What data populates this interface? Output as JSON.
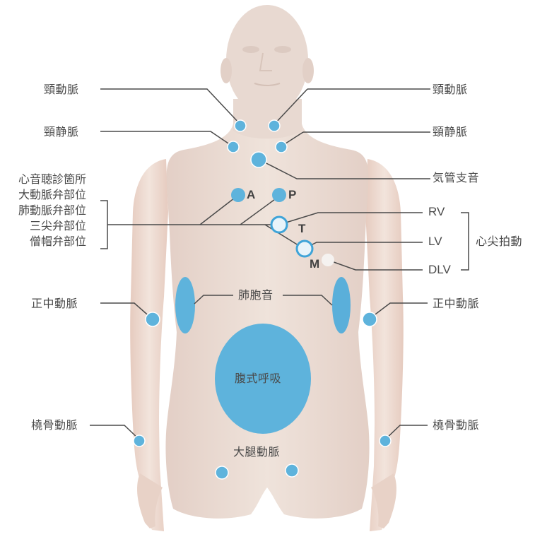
{
  "diagram": {
    "title_region": "auscultation-points-torso",
    "colors": {
      "point_fill": "#5eb3dc",
      "point_stroke": "#ffffff",
      "valve_ring": "#3fa4d8",
      "valve_fill": "#e8f4fa",
      "mitral_fill": "#f5f2f0",
      "skin": "#eadcd3",
      "line": "#4a4a4a",
      "text": "#4a4a4a"
    },
    "left_labels": {
      "carotid": "頸動脈",
      "jugular": "頸静脈",
      "heart_heading": "心音聴診箇所",
      "heart_items": [
        "大動脈弁部位",
        "肺動脈弁部位",
        "三尖弁部位",
        "僧帽弁部位"
      ],
      "median_artery": "正中動脈",
      "radial_artery": "橈骨動脈"
    },
    "right_labels": {
      "carotid": "頸動脈",
      "jugular": "頸静脈",
      "trachea": "気管支音",
      "rv": "RV",
      "lv": "LV",
      "dlv": "DLV",
      "apex_beat": "心尖拍動",
      "median_artery": "正中動脈",
      "radial_artery": "橈骨動脈"
    },
    "center_labels": {
      "lung_sound": "肺胞音",
      "abdominal_breathing": "腹式呼吸",
      "femoral_artery": "大腿動脈"
    },
    "valve_codes": {
      "aortic": "A",
      "pulmonary": "P",
      "tricuspid": "T",
      "mitral": "M"
    }
  }
}
